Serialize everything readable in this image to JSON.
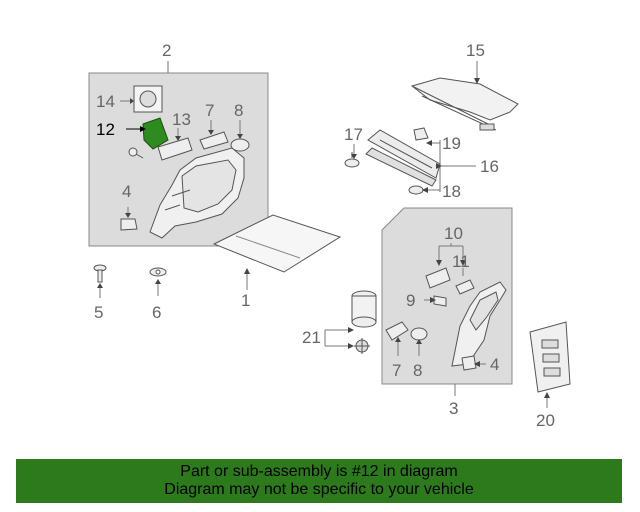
{
  "callouts": {
    "c1": "1",
    "c2": "2",
    "c3": "3",
    "c4a": "4",
    "c4b": "4",
    "c5": "5",
    "c6": "6",
    "c7a": "7",
    "c7b": "7",
    "c8a": "8",
    "c8b": "8",
    "c9": "9",
    "c10": "10",
    "c11": "11",
    "c12": "12",
    "c13": "13",
    "c14": "14",
    "c15": "15",
    "c16": "16",
    "c17": "17",
    "c18": "18",
    "c19": "19",
    "c20": "20",
    "c21": "21"
  },
  "highlight": {
    "part": "12",
    "color": "#2e8b1f"
  },
  "banner": {
    "line1": "Part or sub-assembly is #12 in diagram",
    "line2": "Diagram may not be specific to your vehicle",
    "color": "#2c7a1c"
  }
}
